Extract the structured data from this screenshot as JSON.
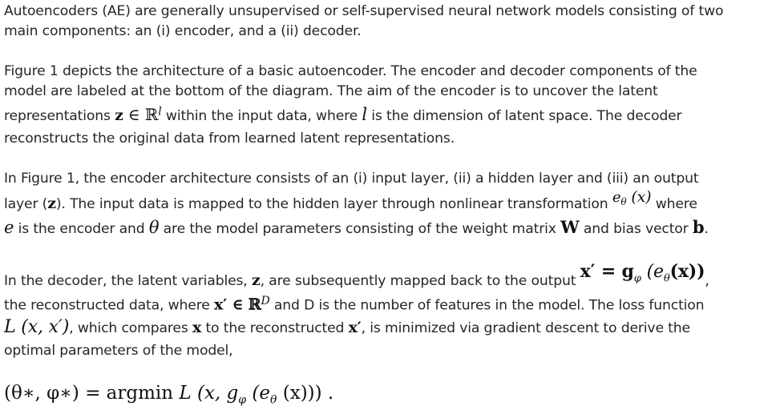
{
  "p1": {
    "l1": "Autoencoders (AE) are generally unsupervised or self-supervised neural network models consisting of two",
    "l2": "main components: an (i) encoder, and a (ii) decoder."
  },
  "p2": {
    "l1": "Figure 1 depicts the architecture of a basic autoencoder. The encoder and decoder components of the",
    "l2": "model are labeled at the bottom of the diagram. The aim of the encoder is to uncover the latent",
    "l3a": "representations ",
    "m_z": "z",
    "m_in_R": " ∈ ℝ",
    "m_sup_l": "l",
    "l3b": " within the input data, where ",
    "m_l": "l",
    "l3c": " is the dimension of latent space. The decoder",
    "l4": "reconstructs the original data from learned latent representations."
  },
  "p3": {
    "l1": "In Figure 1, the encoder architecture consists of an (i) input layer, (ii) a hidden layer and (iii) an output",
    "l2a": "layer (",
    "m_z": "z",
    "l2b": "). The input data is mapped to the hidden layer through nonlinear transformation ",
    "m_e": "e",
    "m_theta_sub": "θ",
    "m_x": " (x)",
    "l2c": " where",
    "m_e2": "e",
    "l3a": " is the encoder and ",
    "m_theta": "θ",
    "l3b": " are the model parameters consisting of the weight matrix ",
    "m_W": "W",
    "l3c": " and bias vector ",
    "m_b": "b",
    "l3d": "."
  },
  "p4": {
    "l1a": "In the decoder, the latent variables, ",
    "m_z": "z",
    "l1b": ", are subsequently mapped back to the output ",
    "m_xprime_eq": "x′ = g",
    "m_phi": "φ",
    "m_e_theta": " (e",
    "m_theta": "θ",
    "m_paren": "(x))",
    "l1c": ",",
    "l2a": "the reconstructed data, where ",
    "m_xprime_in": "x′ ∈ ℝ",
    "m_sup_D": "D",
    "l2b": " and D is the number of features in the model. The loss function",
    "m_L": "L (x, x′)",
    "l3a": ", which compares ",
    "m_x": "x",
    "l3b": " to the reconstructed ",
    "m_x2": "x′",
    "l3c": ", is minimized via gradient descent to derive the",
    "l4": "optimal parameters of the model,"
  },
  "equation": {
    "lhs": "(θ∗, φ∗) = argmin ",
    "rhs": "L (x, g",
    "sub_phi": "φ",
    "rhs2": " (e",
    "sub_theta": "θ",
    "rhs3": " (x))) ."
  }
}
